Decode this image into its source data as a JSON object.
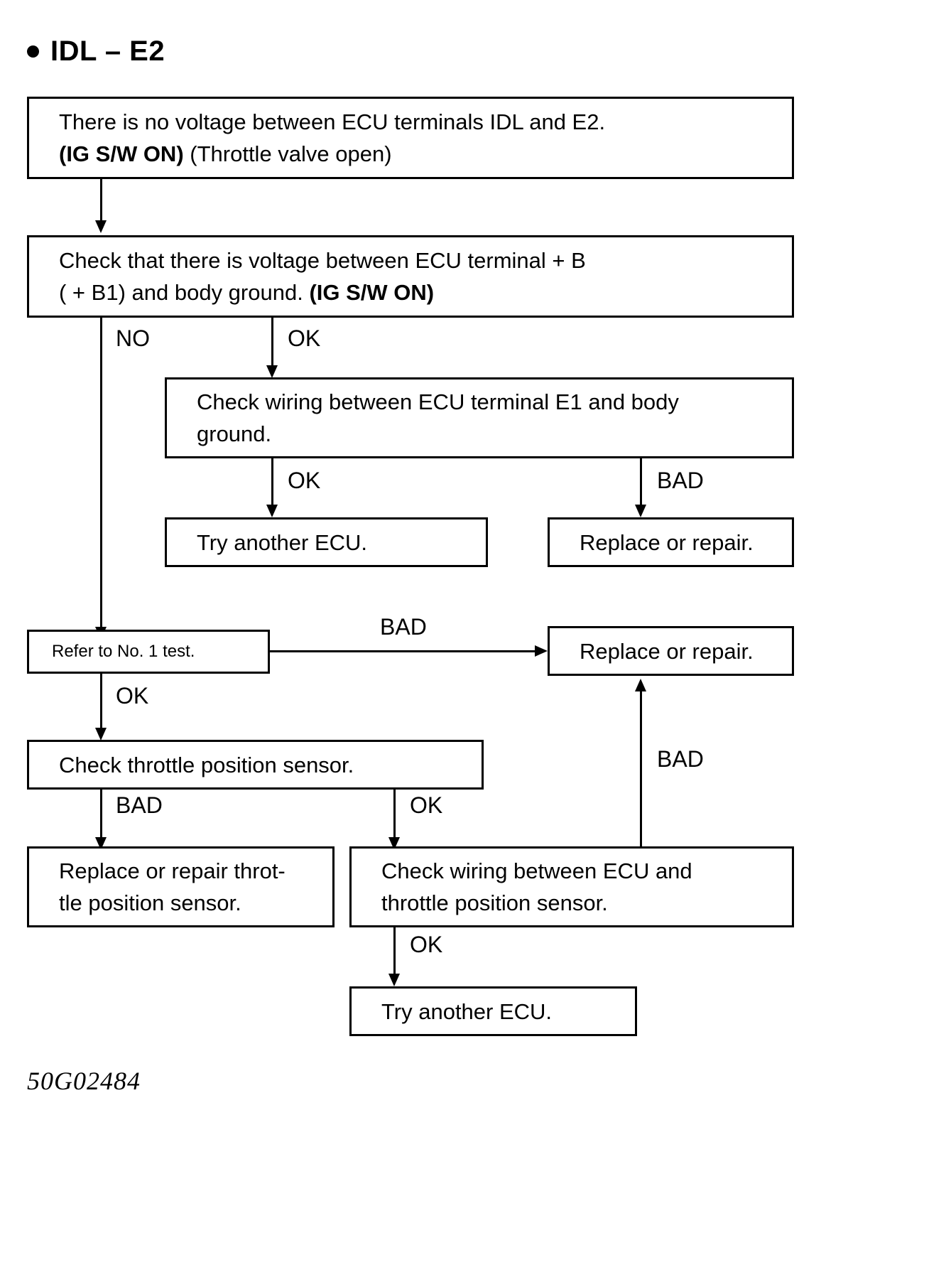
{
  "title": {
    "bullet": "bullet-dot",
    "text": "IDL – E2"
  },
  "footer": {
    "code": "50G02484"
  },
  "nodes": {
    "symptom": {
      "line1": "There is no voltage between ECU terminals IDL and E2.",
      "line2_bold": "(IG S/W ON)",
      "line2_rest": " (Throttle valve open)"
    },
    "check_b": {
      "line1": "Check that there is voltage between ECU terminal  + B",
      "line2_pre": "( + B1)  and body ground. ",
      "line2_bold": "(IG S/W ON)"
    },
    "check_e1": {
      "line1": "Check wiring between ECU terminal E1 and body",
      "line2": "ground."
    },
    "try_ecu_1": {
      "line1": "Try another ECU."
    },
    "replace_repair_1": {
      "line1": "Replace or repair."
    },
    "refer_test": {
      "line1": "Refer to No. 1 test."
    },
    "replace_repair_2": {
      "line1": "Replace or repair."
    },
    "check_tps": {
      "line1": "Check throttle position sensor."
    },
    "replace_tps": {
      "line1": "Replace or repair throt-",
      "line2": "tle position sensor."
    },
    "check_wiring_tps": {
      "line1": "Check wiring between ECU and",
      "line2": "throttle position sensor."
    },
    "try_ecu_2": {
      "line1": "Try another ECU."
    }
  },
  "edges": {
    "no_1": "NO",
    "ok_1": "OK",
    "ok_2": "OK",
    "bad_1": "BAD",
    "bad_2": "BAD",
    "ok_3": "OK",
    "bad_3": "BAD",
    "ok_4": "OK",
    "bad_4": "BAD",
    "ok_5": "OK"
  }
}
